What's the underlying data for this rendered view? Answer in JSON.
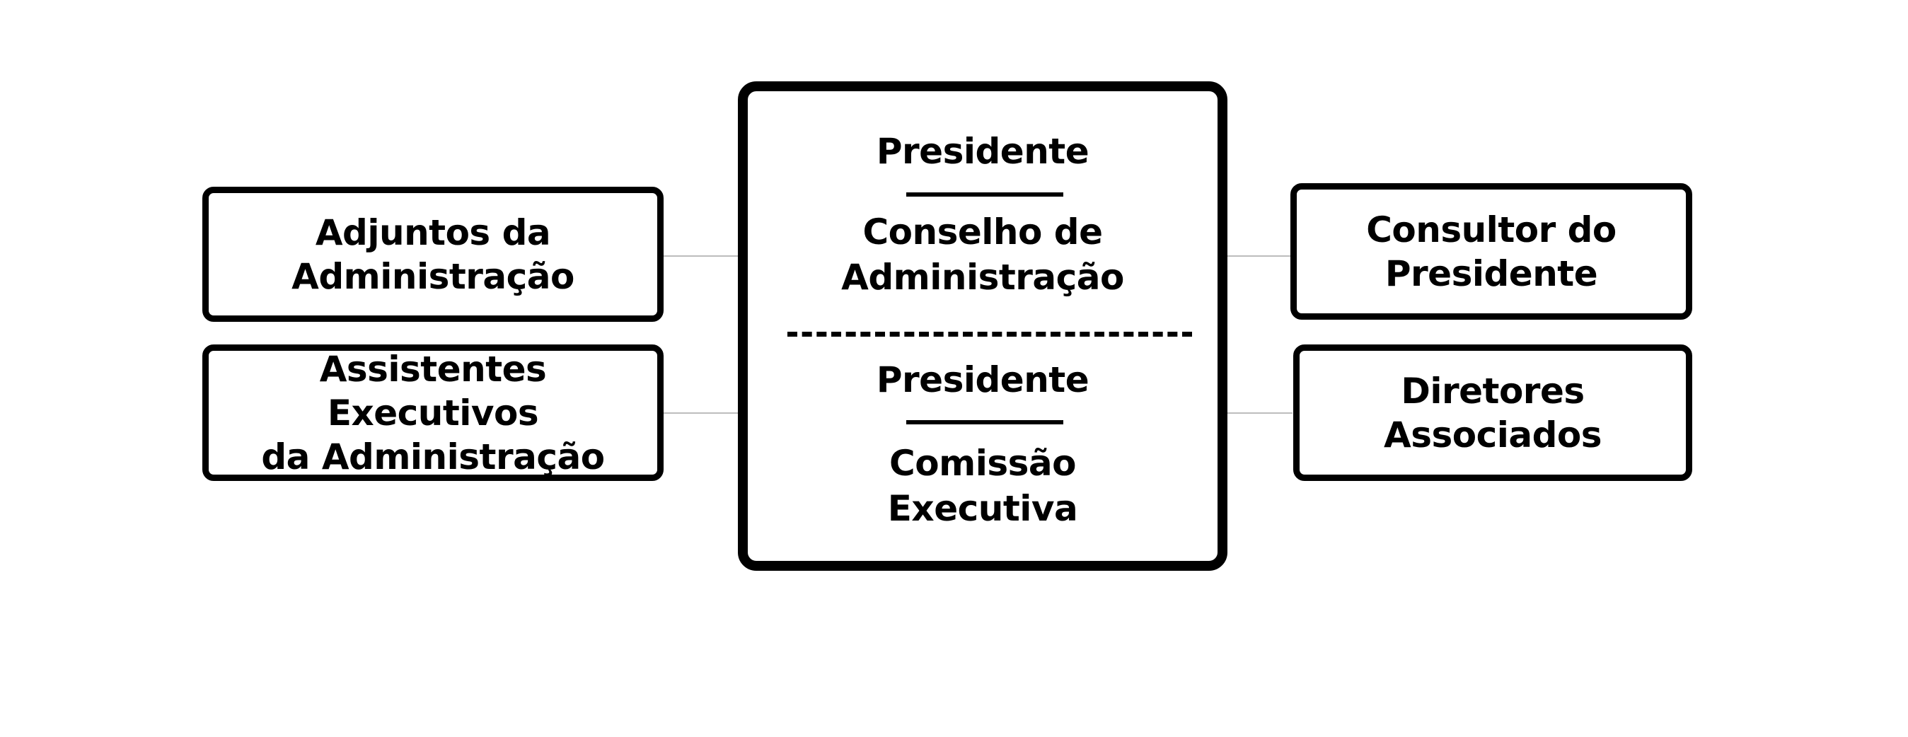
{
  "diagram": {
    "center": {
      "top_title": "Presidente",
      "top_body": "Conselho de\nAdministração",
      "bottom_title": "Presidente",
      "bottom_body": "Comissão\nExecutiva"
    },
    "left": [
      {
        "label": "Adjuntos da\nAdministração"
      },
      {
        "label": "Assistentes Executivos\nda Administração"
      }
    ],
    "right": [
      {
        "label": "Consultor do\nPresidente"
      },
      {
        "label": "Diretores\nAssociados"
      }
    ]
  }
}
